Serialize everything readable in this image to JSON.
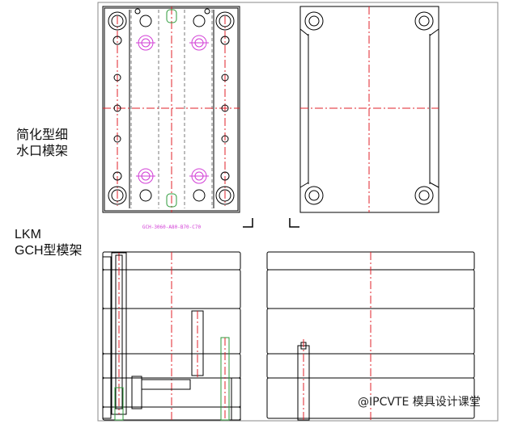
{
  "labels": {
    "simplified_line1": "简化型细",
    "simplified_line2": "水口模架",
    "lkm_line1": "LKM",
    "lkm_line2": "GCH型模架"
  },
  "drawing": {
    "part_code": "GCH-3060-A80-B70-C70",
    "colors": {
      "outline": "#000000",
      "centerline": "#e0202a",
      "hidden": "#7a7a7a",
      "green": "#2d9a3a",
      "magenta": "#d23ed6",
      "frame": "#8a8a8a"
    }
  },
  "watermark": {
    "text": "@IPCVTE 模具设计课堂"
  }
}
